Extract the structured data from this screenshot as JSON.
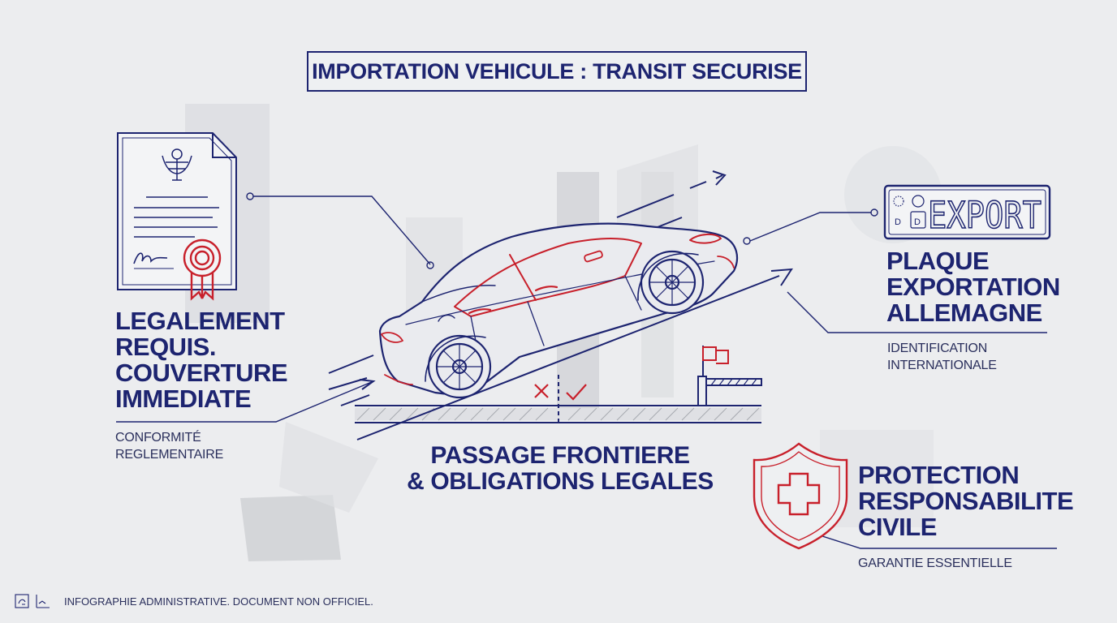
{
  "title": "IMPORTATION VEHICULE : TRANSIT SECURISE",
  "left_panel": {
    "heading_lines": [
      "LEGALEMENT",
      "REQUIS.",
      "COUVERTURE",
      "IMMEDIATE"
    ],
    "sub_lines": [
      "CONFORMITÉ",
      "REGLEMENTAIRE"
    ]
  },
  "center_panel": {
    "heading_lines": [
      "PASSAGE FRONTIERE",
      "& OBLIGATIONS LEGALES"
    ]
  },
  "plate_panel": {
    "plate_text": "EXPORT",
    "plate_letters": [
      "D",
      "D"
    ],
    "heading_lines": [
      "PLAQUE",
      "EXPORTATION",
      "ALLEMAGNE"
    ],
    "sub_lines": [
      "IDENTIFICATION",
      "INTERNATIONALE"
    ]
  },
  "shield_panel": {
    "heading_lines": [
      "PROTECTION",
      "RESPONSABILITE",
      "CIVILE"
    ],
    "sub_lines": [
      "GARANTIE ESSENTIELLE"
    ]
  },
  "footer": "INFOGRAPHIE ADMINISTRATIVE. DOCUMENT NON OFFICIEL.",
  "colors": {
    "navy": "#1d2470",
    "red": "#c8202b",
    "background": "#ecedef"
  },
  "icons": [
    "document-icon",
    "seal-icon",
    "eagle-emblem-icon",
    "car-illustration",
    "border-barrier-icon",
    "flag-icon",
    "license-plate-icon",
    "shield-cross-icon",
    "cross-mark-icon",
    "check-mark-icon",
    "footer-logo-icon"
  ]
}
